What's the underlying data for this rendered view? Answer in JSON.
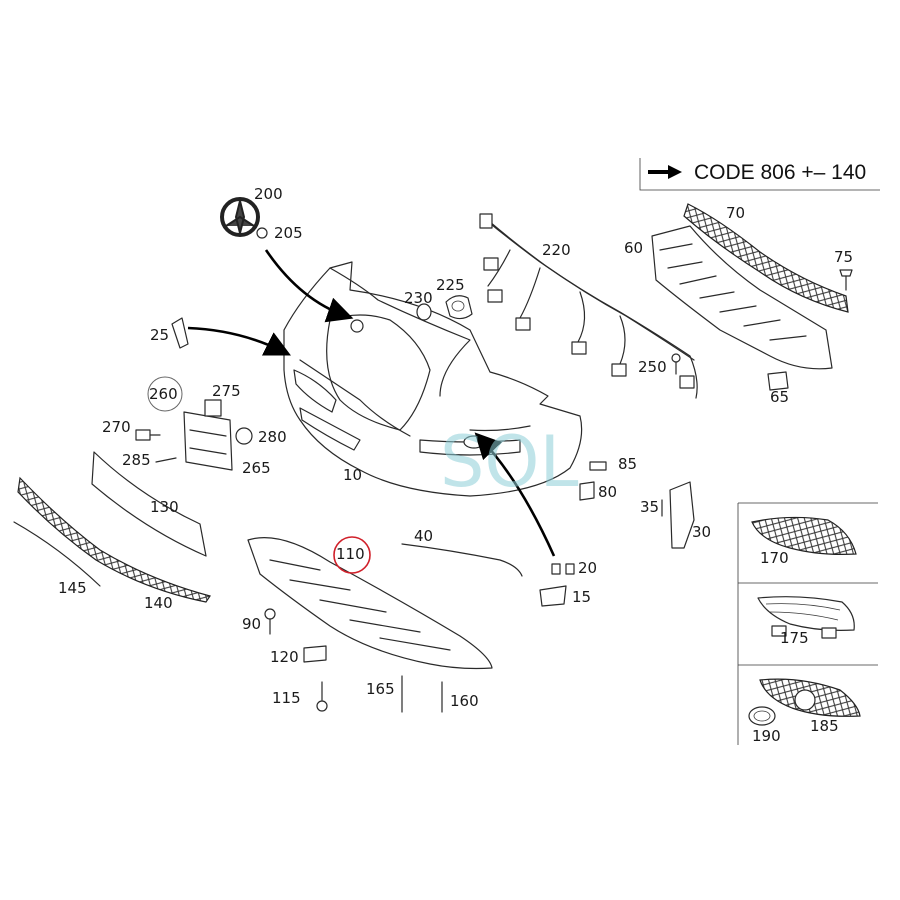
{
  "code_note": {
    "text": "CODE 806 +– 140"
  },
  "watermark": {
    "text": "SOL"
  },
  "parts": [
    {
      "id": "p10",
      "label": "10"
    },
    {
      "id": "p15",
      "label": "15"
    },
    {
      "id": "p20",
      "label": "20"
    },
    {
      "id": "p25",
      "label": "25"
    },
    {
      "id": "p30",
      "label": "30"
    },
    {
      "id": "p35",
      "label": "35"
    },
    {
      "id": "p40",
      "label": "40"
    },
    {
      "id": "p60",
      "label": "60"
    },
    {
      "id": "p65",
      "label": "65"
    },
    {
      "id": "p70",
      "label": "70"
    },
    {
      "id": "p75",
      "label": "75"
    },
    {
      "id": "p80",
      "label": "80"
    },
    {
      "id": "p85",
      "label": "85"
    },
    {
      "id": "p90",
      "label": "90"
    },
    {
      "id": "p110",
      "label": "110"
    },
    {
      "id": "p115",
      "label": "115"
    },
    {
      "id": "p120",
      "label": "120"
    },
    {
      "id": "p130",
      "label": "130"
    },
    {
      "id": "p140",
      "label": "140"
    },
    {
      "id": "p145",
      "label": "145"
    },
    {
      "id": "p160",
      "label": "160"
    },
    {
      "id": "p165",
      "label": "165"
    },
    {
      "id": "p170",
      "label": "170"
    },
    {
      "id": "p175",
      "label": "175"
    },
    {
      "id": "p185",
      "label": "185"
    },
    {
      "id": "p190",
      "label": "190"
    },
    {
      "id": "p200",
      "label": "200"
    },
    {
      "id": "p205",
      "label": "205"
    },
    {
      "id": "p220",
      "label": "220"
    },
    {
      "id": "p225",
      "label": "225"
    },
    {
      "id": "p230",
      "label": "230"
    },
    {
      "id": "p250",
      "label": "250"
    },
    {
      "id": "p260",
      "label": "260"
    },
    {
      "id": "p265",
      "label": "265"
    },
    {
      "id": "p270",
      "label": "270"
    },
    {
      "id": "p275",
      "label": "275"
    },
    {
      "id": "p280",
      "label": "280"
    },
    {
      "id": "p285",
      "label": "285"
    }
  ],
  "highlighted_part": "110",
  "colors": {
    "highlight": "#d0202a",
    "watermark": "#8ecfd8",
    "ink": "#2a2a2a"
  }
}
